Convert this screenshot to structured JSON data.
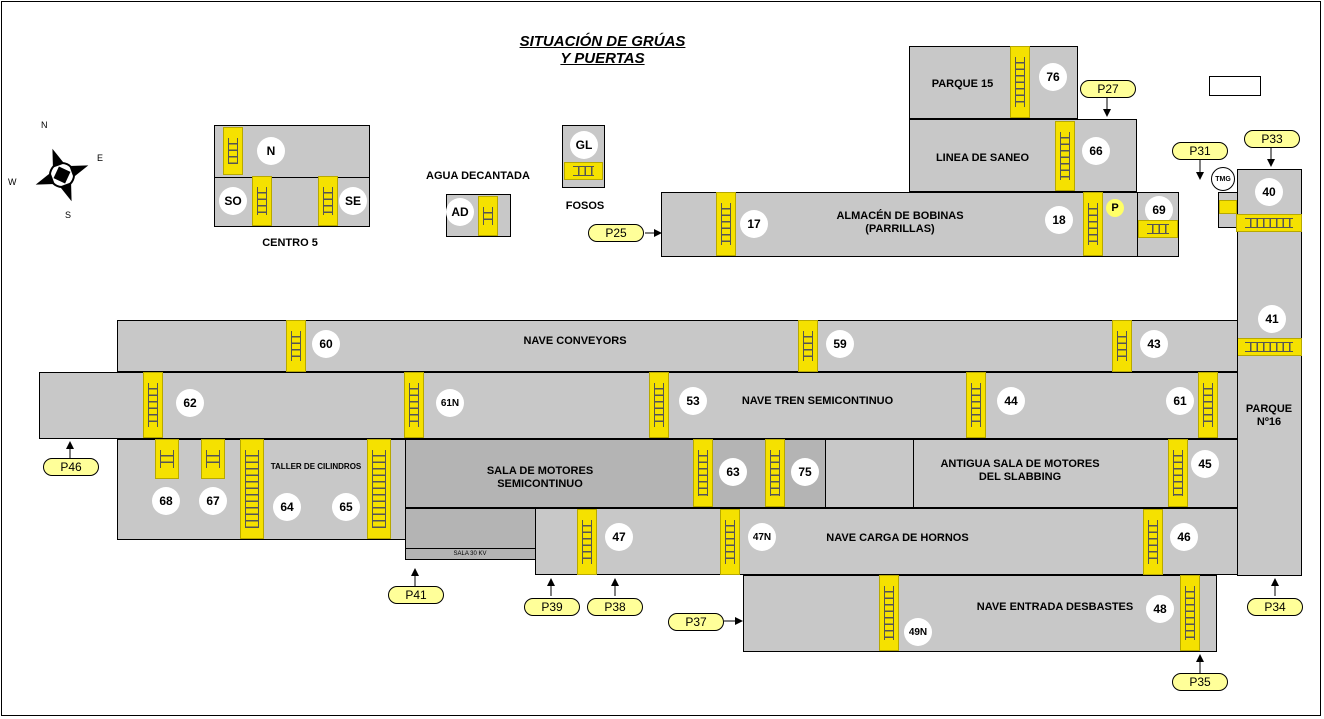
{
  "title": {
    "line1": "SITUACIÓN DE GRÚAS",
    "line2": "Y PUERTAS"
  },
  "compass": {
    "n": "N",
    "e": "E",
    "s": "S",
    "w": "W"
  },
  "areas": {
    "centro5": "CENTRO 5",
    "agua_decantada": "AGUA DECANTADA",
    "fosos": "FOSOS",
    "parque15": "PARQUE 15",
    "linea_saneo": "LINEA DE SANEO",
    "almacen_bobinas": "ALMACÉN DE BOBINAS",
    "almacen_bobinas_sub": "(PARRILLAS)",
    "nave_conveyors": "NAVE CONVEYORS",
    "nave_tren": "NAVE TREN SEMICONTINUO",
    "taller_cilindros": "TALLER DE CILINDROS",
    "sala_motores": "SALA DE MOTORES SEMICONTINUO",
    "antigua_sala": "ANTIGUA SALA DE MOTORES DEL SLABBING",
    "nave_carga": "NAVE CARGA DE HORNOS",
    "sala30kv": "SALA 30 KV",
    "nave_entrada": "NAVE ENTRADA DESBASTES",
    "parque16_a": "PARQUE",
    "parque16_b": "Nº16"
  },
  "cranes": {
    "N": "N",
    "SO": "SO",
    "SE": "SE",
    "AD": "AD",
    "GL": "GL",
    "c76": "76",
    "c66": "66",
    "c17": "17",
    "c18": "18",
    "c69": "69",
    "c40": "40",
    "c41": "41",
    "c60": "60",
    "c59": "59",
    "c43": "43",
    "c62": "62",
    "c61N": "61N",
    "c53": "53",
    "c44": "44",
    "c61": "61",
    "c68": "68",
    "c67": "67",
    "c64": "64",
    "c65": "65",
    "c63": "63",
    "c75": "75",
    "c45": "45",
    "c47": "47",
    "c47N": "47N",
    "c46": "46",
    "c48": "48",
    "c49N": "49N"
  },
  "p_marker": "P",
  "tmg": "TMG",
  "doors": {
    "P27": "P27",
    "P25": "P25",
    "P31": "P31",
    "P33": "P33",
    "P46": "P46",
    "P41": "P41",
    "P39": "P39",
    "P38": "P38",
    "P37": "P37",
    "P35": "P35",
    "P34": "P34"
  },
  "colors": {
    "building": "#c8c8c8",
    "crane": "#f5e100",
    "door": "#ffff99"
  }
}
